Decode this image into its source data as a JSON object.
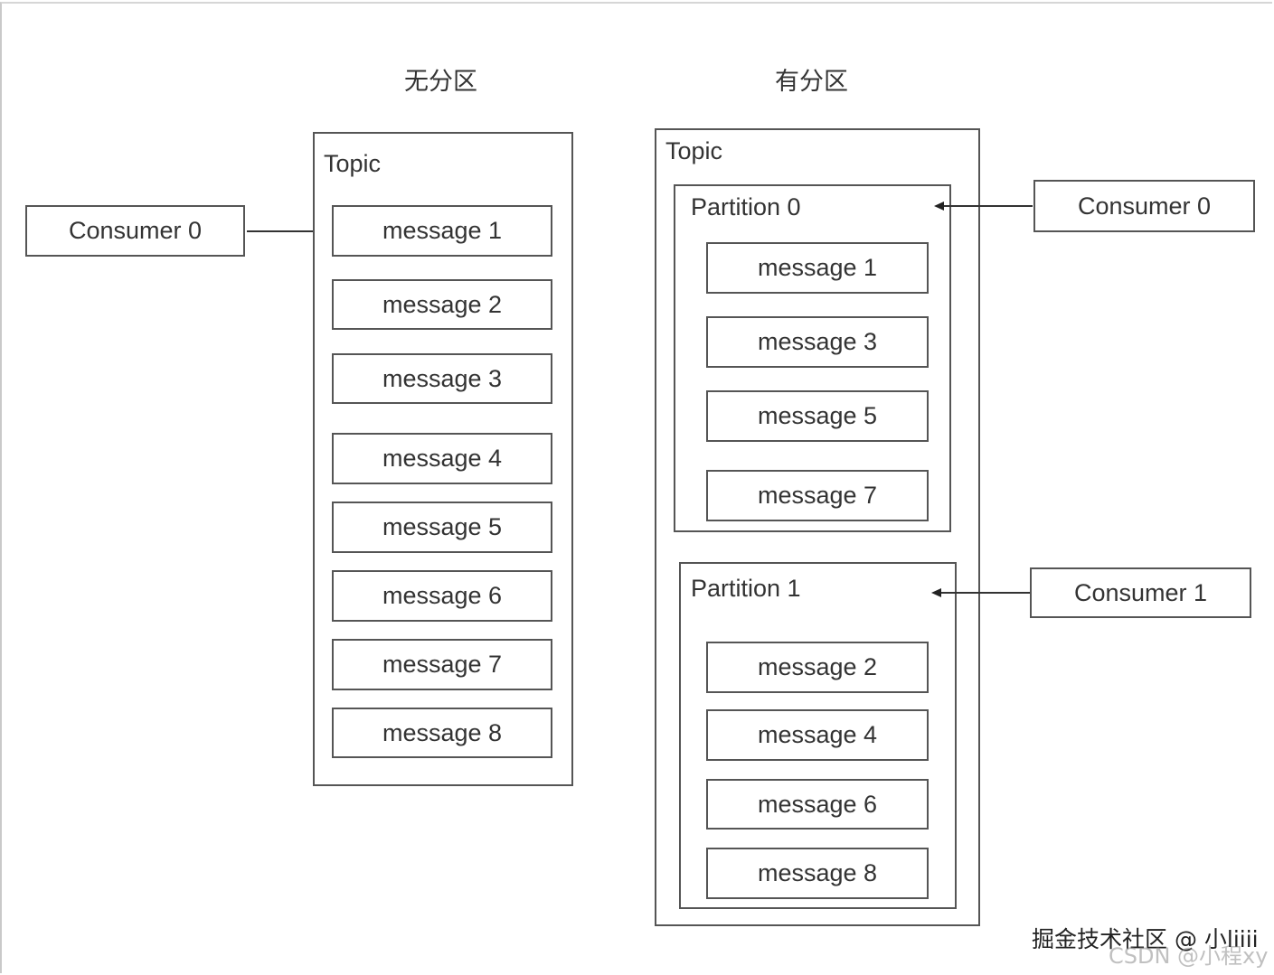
{
  "headings": {
    "left": "无分区",
    "right": "有分区"
  },
  "left": {
    "topic_label": "Topic",
    "consumer": "Consumer 0",
    "messages": [
      "message 1",
      "message 2",
      "message 3",
      "message 4",
      "message 5",
      "message 6",
      "message 7",
      "message 8"
    ]
  },
  "right": {
    "topic_label": "Topic",
    "partition0": {
      "label": "Partition 0",
      "consumer": "Consumer 0",
      "messages": [
        "message 1",
        "message 3",
        "message 5",
        "message 7"
      ]
    },
    "partition1": {
      "label": "Partition 1",
      "consumer": "Consumer 1",
      "messages": [
        "message 2",
        "message 4",
        "message 6",
        "message 8"
      ]
    }
  },
  "watermarks": {
    "juejin": "掘金技术社区 @ 小liiii",
    "csdn": "CSDN @小程xy"
  },
  "colors": {
    "stroke": "#555555",
    "text": "#333333"
  }
}
